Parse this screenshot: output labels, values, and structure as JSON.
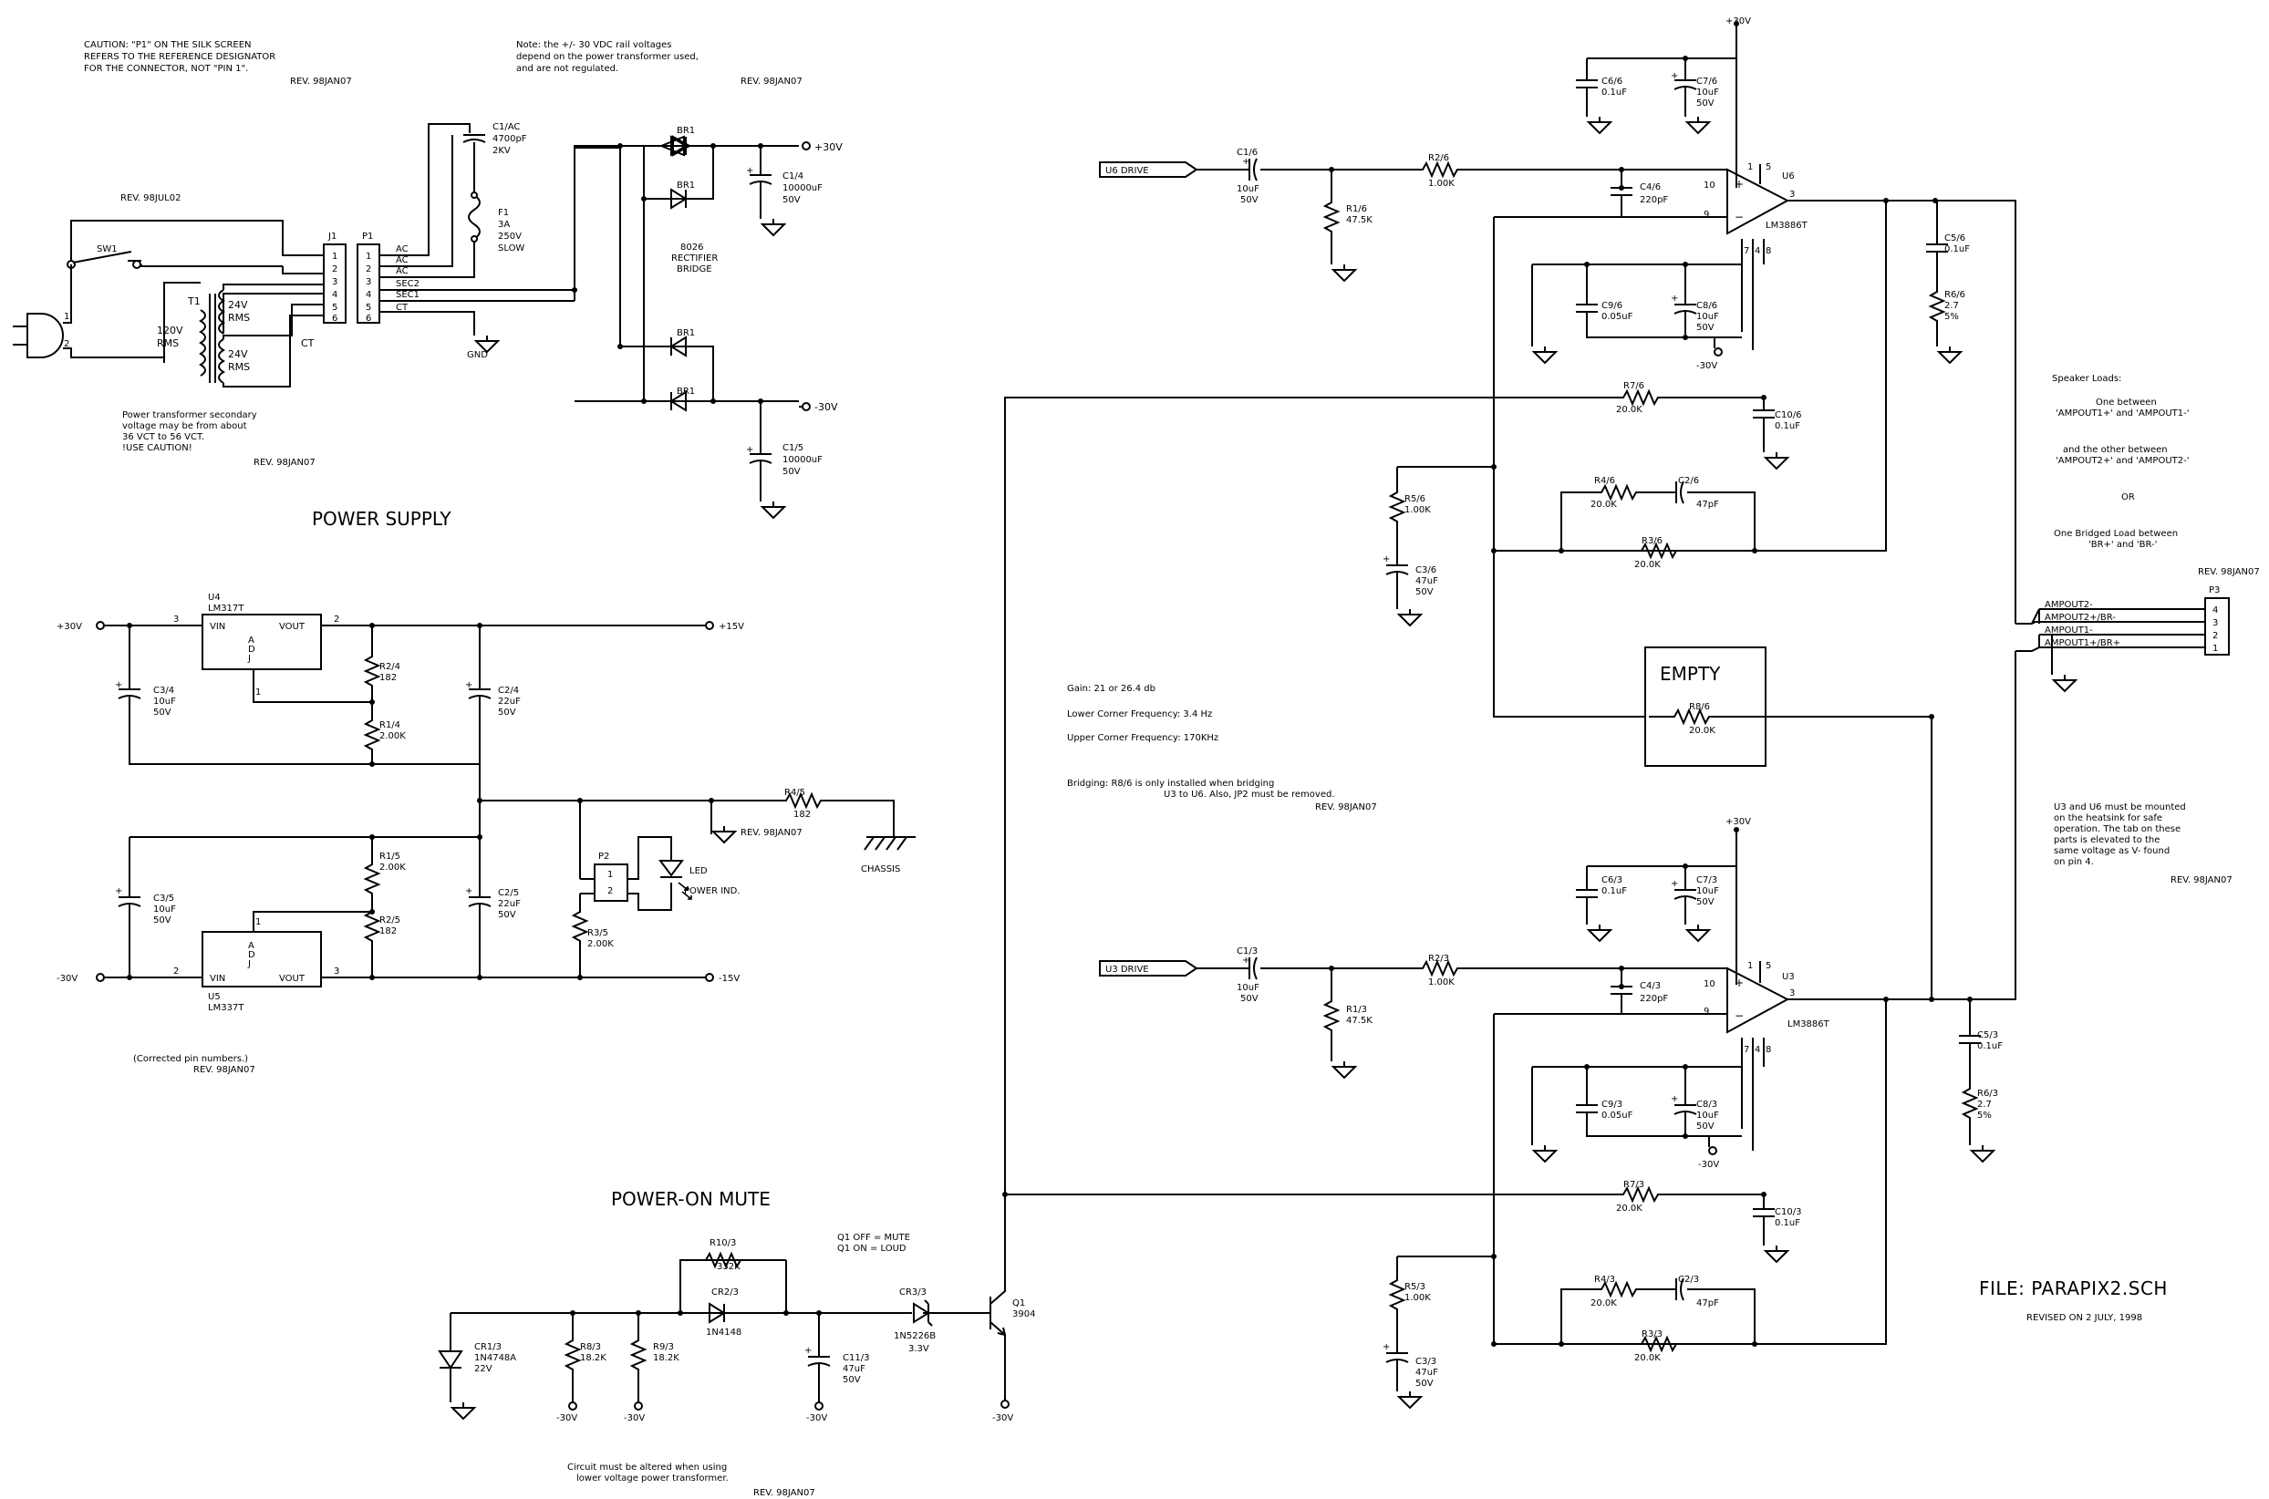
{
  "notes": {
    "caution": [
      "CAUTION: \"P1\" ON THE SILK SCREEN",
      "REFERS TO THE REFERENCE DESIGNATOR",
      "FOR THE CONNECTOR, NOT \"PIN 1\"."
    ],
    "rail": [
      "Note: the +/- 30 VDC rail voltages",
      "depend on the power transformer used,",
      "and are not regulated."
    ],
    "transformer": [
      "Power transformer secondary",
      "voltage may be from about",
      "36 VCT to 56 VCT.",
      "!USE CAUTION!"
    ],
    "gain": "Gain: 21 or 26.4 db",
    "lower_corner": "Lower Corner Frequency: 3.4 Hz",
    "upper_corner": "Upper Corner Frequency: 170KHz",
    "bridging": [
      "Bridging: R8/6 is only installed when bridging",
      "U3 to U6. Also, JP2 must be removed."
    ],
    "corrected": "(Corrected pin numbers.)",
    "altered": [
      "Circuit must be altered when using",
      "lower voltage power transformer."
    ],
    "mute": [
      "Q1 OFF = MUTE",
      "Q1 ON = LOUD"
    ],
    "heatsink": [
      "U3 and U6 must be mounted",
      "on the heatsink for safe",
      "operation. The tab on these",
      "parts is elevated to the",
      "same voltage as V- found",
      "on pin 4."
    ],
    "speaker": [
      "Speaker Loads:",
      "One between",
      "'AMPOUT1+' and 'AMPOUT1-'",
      "and the other between",
      "'AMPOUT2+' and 'AMPOUT2-'",
      "OR",
      "One Bridged Load between",
      "'BR+' and 'BR-'"
    ]
  },
  "rev": {
    "jan07": "REV. 98JAN07",
    "jul02": "REV. 98JUL02"
  },
  "titles": {
    "power_supply": "POWER SUPPLY",
    "power_on_mute": "POWER-ON MUTE",
    "empty": "EMPTY",
    "file": "FILE: PARAPIX2.SCH",
    "revised": "REVISED ON 2 JULY, 1998"
  },
  "rails": {
    "p30": "+30V",
    "n30": "-30V",
    "p15": "+15V",
    "n15": "-15V",
    "gnd": "GND",
    "chassis": "CHASSIS"
  },
  "inputs": {
    "u6": "U6 DRIVE",
    "u3": "U3 DRIVE"
  },
  "components": {
    "sw1": "SW1",
    "t1": "T1",
    "t1_pri": [
      "120V",
      "RMS"
    ],
    "t1_sec1": [
      "24V",
      "RMS"
    ],
    "t1_sec2": [
      "24V",
      "RMS"
    ],
    "ct": "CT",
    "j1": "J1",
    "p1": "P1",
    "p1_pins": [
      "AC",
      "AC",
      "AC",
      "SEC2",
      "SEC1",
      "CT"
    ],
    "pin_nums": [
      "1",
      "2",
      "3",
      "4",
      "5",
      "6"
    ],
    "c1ac": [
      "C1/AC",
      "4700pF",
      "2KV"
    ],
    "f1": [
      "F1",
      "3A",
      "250V",
      "SLOW"
    ],
    "br1": "BR1",
    "bridge": [
      "8026",
      "RECTIFIER",
      "BRIDGE"
    ],
    "c14": [
      "C1/4",
      "10000uF",
      "50V"
    ],
    "c15": [
      "C1/5",
      "10000uF",
      "50V"
    ],
    "u4": [
      "U4",
      "LM317T"
    ],
    "u5": [
      "U5",
      "LM337T"
    ],
    "vin": "VIN",
    "vout": "VOUT",
    "adj": [
      "A",
      "D",
      "J"
    ],
    "c34": [
      "C3/4",
      "10uF",
      "50V"
    ],
    "c35": [
      "C3/5",
      "10uF",
      "50V"
    ],
    "r24": [
      "R2/4",
      "182"
    ],
    "r14": [
      "R1/4",
      "2.00K"
    ],
    "r15": [
      "R1/5",
      "2.00K"
    ],
    "r25": [
      "R2/5",
      "182"
    ],
    "c24": [
      "C2/4",
      "22uF",
      "50V"
    ],
    "c25": [
      "C2/5",
      "22uF",
      "50V"
    ],
    "r45": [
      "R4/5",
      "182"
    ],
    "p2": "P2",
    "led": [
      "LED",
      "POWER IND."
    ],
    "r35": [
      "R3/5",
      "2.00K"
    ],
    "cr13": [
      "CR1/3",
      "1N4748A",
      "22V"
    ],
    "r83": [
      "R8/3",
      "18.2K"
    ],
    "r93": [
      "R9/3",
      "18.2K"
    ],
    "r103": [
      "R10/3",
      "332K"
    ],
    "cr23": [
      "CR2/3",
      "1N4148"
    ],
    "c113": [
      "C11/3",
      "47uF",
      "50V"
    ],
    "cr33": [
      "CR3/3",
      "1N5226B",
      "3.3V"
    ],
    "q1": [
      "Q1",
      "3904"
    ],
    "c16": [
      "C1/6",
      "10uF",
      "50V"
    ],
    "r16": [
      "R1/6",
      "47.5K"
    ],
    "r26": [
      "R2/6",
      "1.00K"
    ],
    "c46": [
      "C4/6",
      "220pF"
    ],
    "c66": [
      "C6/6",
      "0.1uF"
    ],
    "c76": [
      "C7/6",
      "10uF",
      "50V"
    ],
    "c96": [
      "C9/6",
      "0.05uF"
    ],
    "c86": [
      "C8/6",
      "10uF",
      "50V"
    ],
    "u6": [
      "U6",
      "LM3886T"
    ],
    "c56": [
      "C5/6",
      "0.1uF"
    ],
    "r66": [
      "R6/6",
      "2.7",
      "5%"
    ],
    "r76": [
      "R7/6",
      "20.0K"
    ],
    "c106": [
      "C10/6",
      "0.1uF"
    ],
    "r56": [
      "R5/6",
      "1.00K"
    ],
    "c36": [
      "C3/6",
      "47uF",
      "50V"
    ],
    "r46": [
      "R4/6",
      "20.0K"
    ],
    "c26": [
      "C2/6",
      "47pF"
    ],
    "r36": [
      "R3/6",
      "20.0K"
    ],
    "r86": [
      "R8/6",
      "20.0K"
    ],
    "c13": [
      "C1/3",
      "10uF",
      "50V"
    ],
    "r13": [
      "R1/3",
      "47.5K"
    ],
    "r23": [
      "R2/3",
      "1.00K"
    ],
    "c43": [
      "C4/3",
      "220pF"
    ],
    "c63": [
      "C6/3",
      "0.1uF"
    ],
    "c73": [
      "C7/3",
      "10uF",
      "50V"
    ],
    "c93": [
      "C9/3",
      "0.05uF"
    ],
    "c83": [
      "C8/3",
      "10uF",
      "50V"
    ],
    "u3": [
      "U3",
      "LM3886T"
    ],
    "c53": [
      "C5/3",
      "0.1uF"
    ],
    "r63": [
      "R6/3",
      "2.7",
      "5%"
    ],
    "r73": [
      "R7/3",
      "20.0K"
    ],
    "c103": [
      "C10/3",
      "0.1uF"
    ],
    "r53": [
      "R5/3",
      "1.00K"
    ],
    "c33": [
      "C3/3",
      "47uF",
      "50V"
    ],
    "r43": [
      "R4/3",
      "20.0K"
    ],
    "c23": [
      "C2/3",
      "47pF"
    ],
    "r33": [
      "R3/3",
      "20.0K"
    ],
    "opamp_pins": {
      "p10": "10",
      "p9": "9",
      "p1": "1",
      "p5": "5",
      "p3": "3",
      "p7": "7",
      "p4": "4",
      "p8": "8"
    },
    "p3": "P3",
    "p3_pins": [
      "4",
      "3",
      "2",
      "1"
    ],
    "amp_labels": [
      "AMPOUT2-",
      "AMPOUT2+/BR-",
      "AMPOUT1-",
      "AMPOUT1+/BR+"
    ]
  }
}
